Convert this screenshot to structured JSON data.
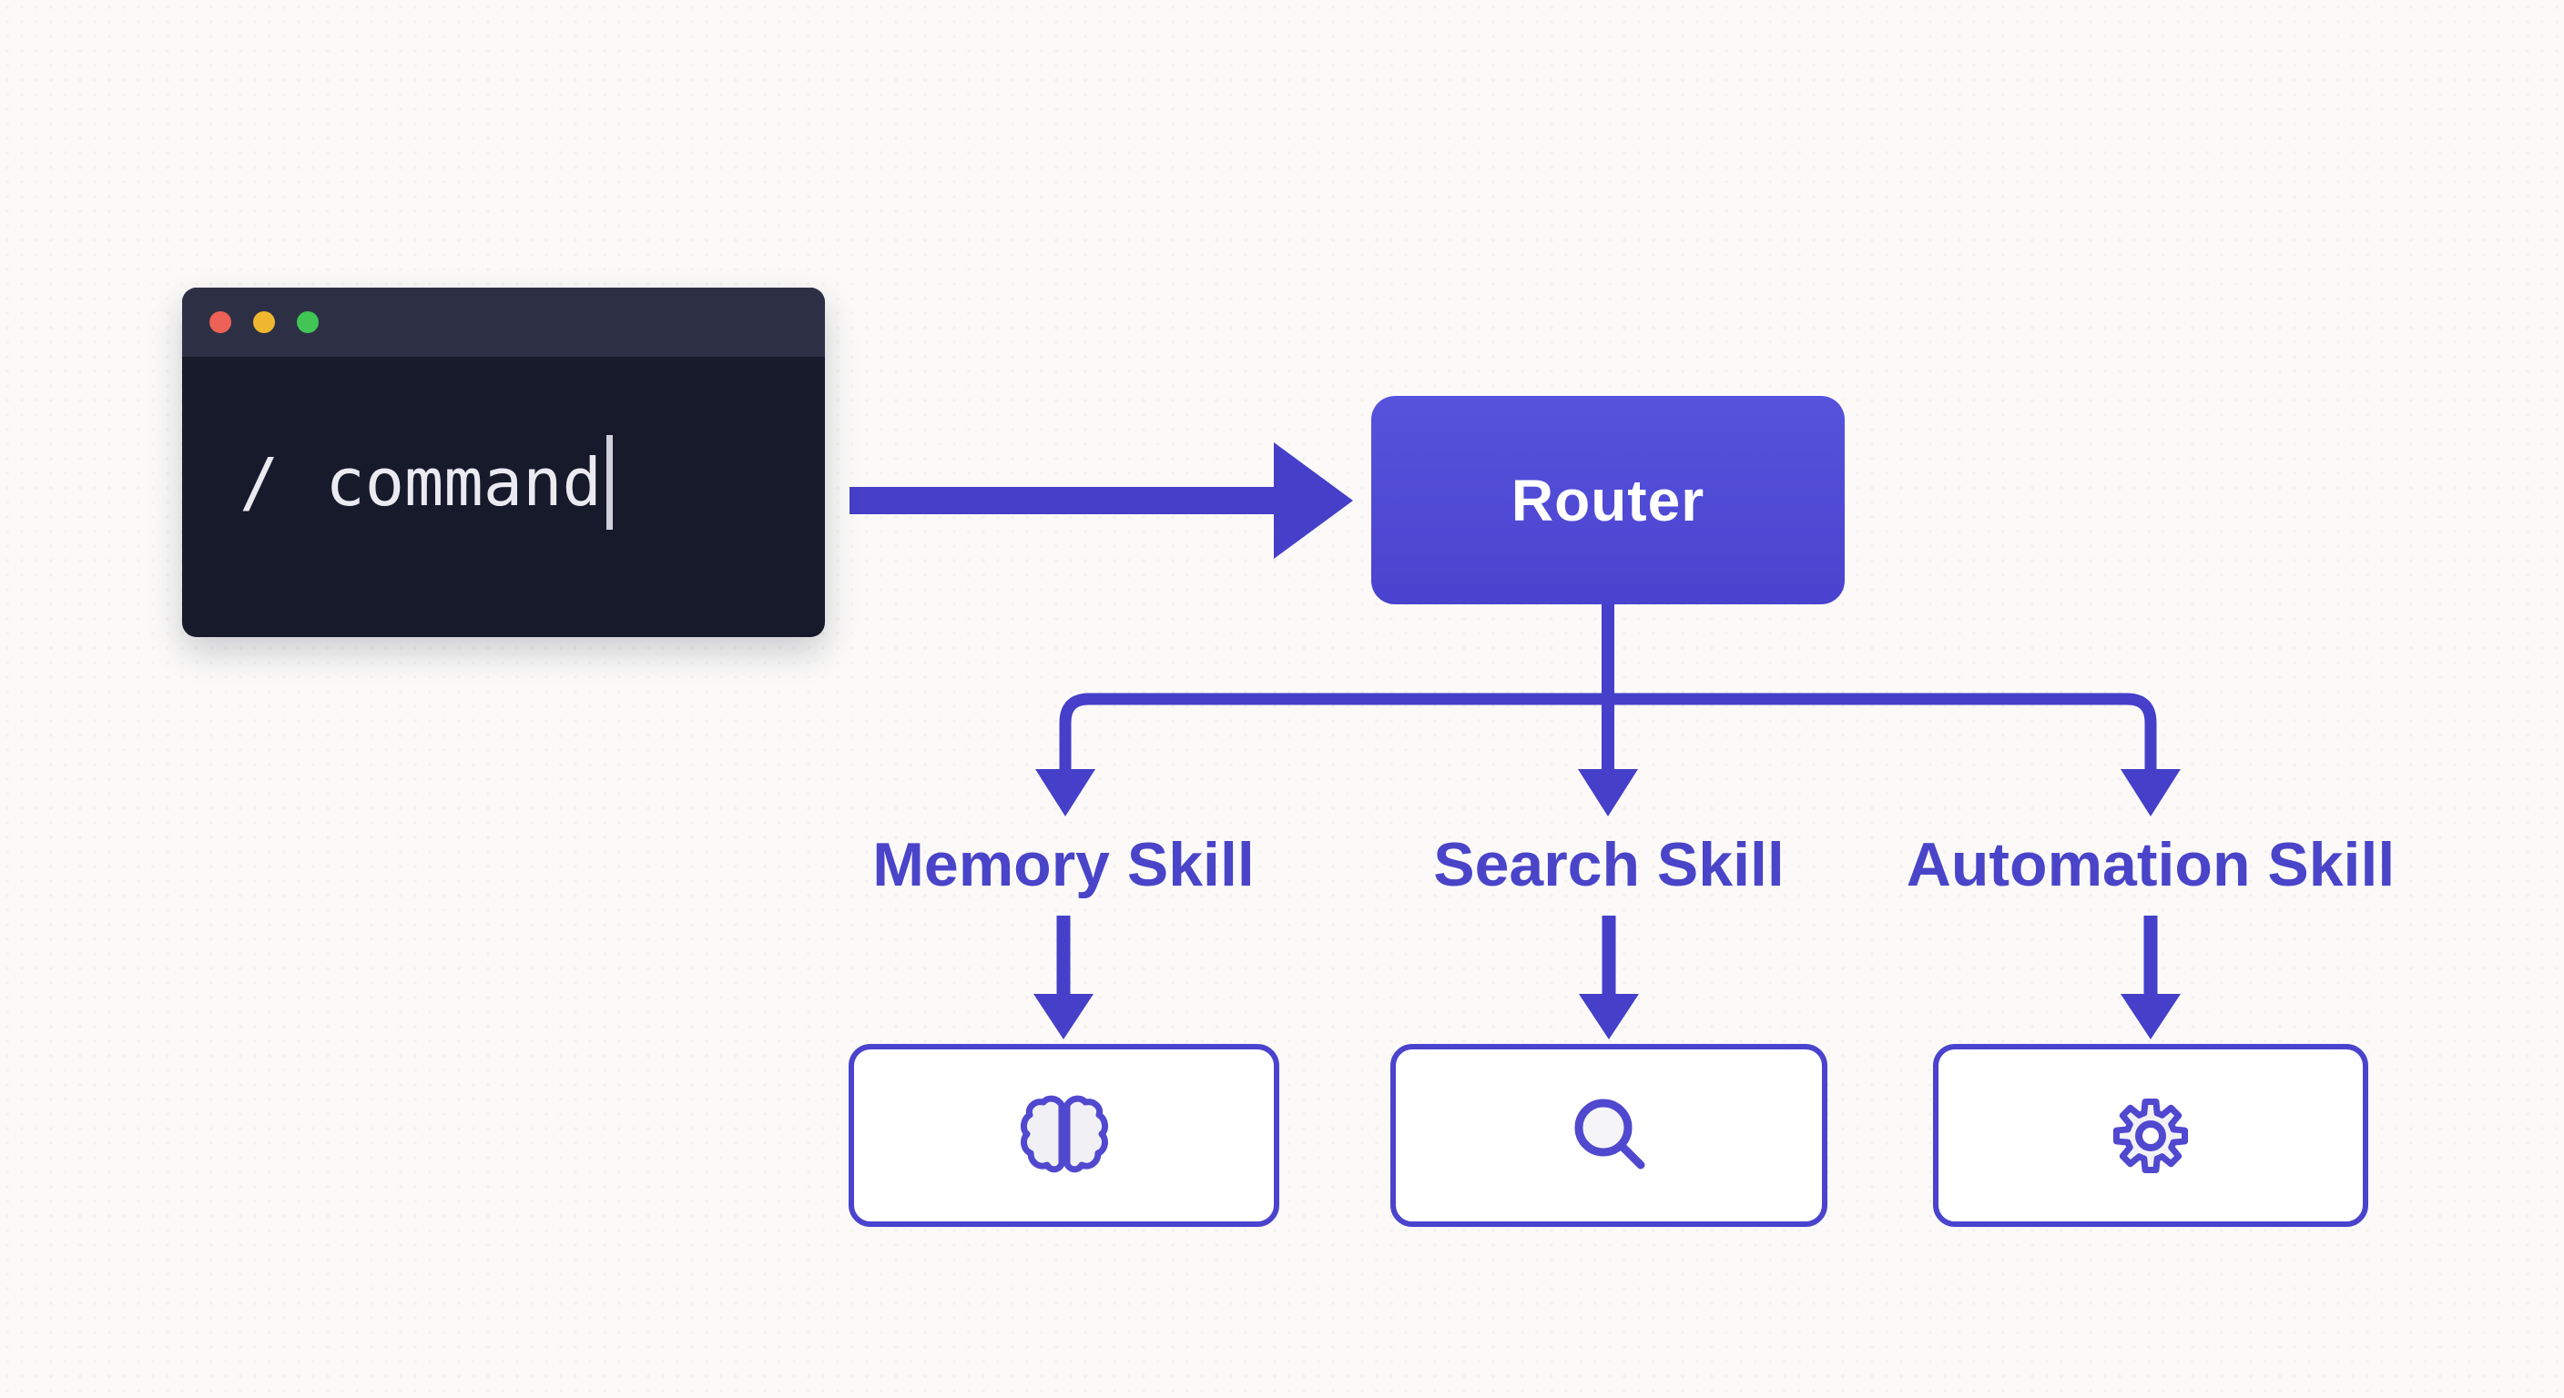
{
  "terminal": {
    "prompt_symbol": "/",
    "command_text": "command",
    "traffic_lights": [
      {
        "name": "close",
        "color": "#ee6157"
      },
      {
        "name": "minimize",
        "color": "#f0b730"
      },
      {
        "name": "zoom",
        "color": "#41c554"
      }
    ],
    "colors": {
      "body": "#161a2b",
      "titlebar": "#2d3045",
      "text": "#eaeaf0",
      "cursor": "#d0d0da"
    }
  },
  "router": {
    "label": "Router",
    "fill": "#4f49d6",
    "text_color": "#ffffff"
  },
  "skills": [
    {
      "label": "Memory Skill",
      "icon": "brain-icon"
    },
    {
      "label": "Search Skill",
      "icon": "search-icon"
    },
    {
      "label": "Automation Skill",
      "icon": "gear-icon"
    }
  ],
  "diagram": {
    "background": "#fbfaf9",
    "connector_color": "#453fc9",
    "label_color": "#4a44c9",
    "box_border_color": "#4a43cd",
    "box_fill": "#ffffff"
  }
}
